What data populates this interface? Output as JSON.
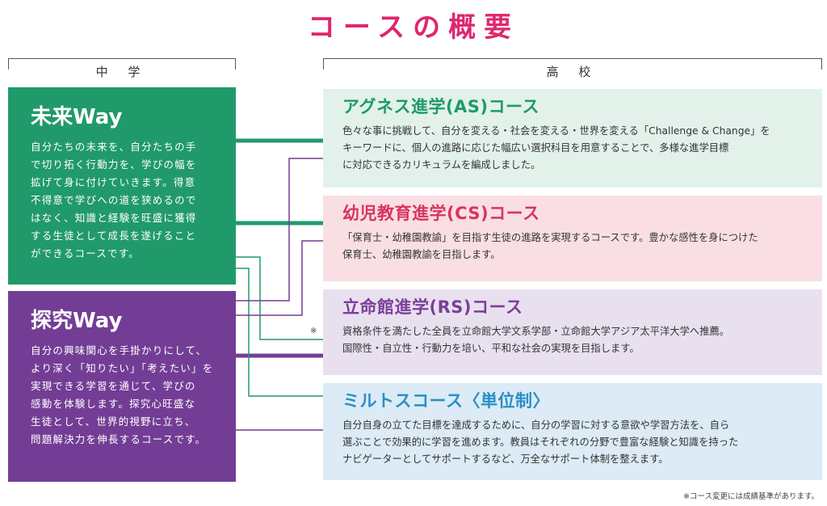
{
  "title": "コースの概要",
  "junior_label": "中 学",
  "senior_label": "高 校",
  "junior": [
    {
      "title": "未来Way",
      "lines": [
        "自分たちの未来を、自分たちの手",
        "で切り拓く行動力を、学びの幅を",
        "拡げて身に付けていきます。得意",
        "不得意で学びへの道を狭めるので",
        "はなく、知識と経験を旺盛に獲得",
        "する生徒として成長を遂げること",
        "ができるコースです。"
      ]
    },
    {
      "title": "探究Way",
      "lines": [
        "自分の興味関心を手掛かりにして、",
        "より深く「知りたい」「考えたい」を",
        "実現できる学習を通じて、学びの",
        "感動を体験します。探究心旺盛な",
        "生徒として、世界的視野に立ち、",
        "問題解決力を伸長するコースです。"
      ]
    }
  ],
  "senior": [
    {
      "title": "アグネス進学(AS)コース",
      "lines": [
        "色々な事に挑戦して、自分を変える・社会を変える・世界を変える「Challenge & Change」を",
        "キーワードに、個人の進路に応じた幅広い選択科目を用意することで、多様な進学目標",
        "に対応できるカリキュラムを編成しました。"
      ]
    },
    {
      "title": "幼児教育進学(CS)コース",
      "lines": [
        "「保育士・幼稚園教諭」を目指す生徒の進路を実現するコースです。豊かな感性を身につけた",
        "保育士、幼稚園教諭を目指します。"
      ]
    },
    {
      "title": "立命館進学(RS)コース",
      "lines": [
        "資格条件を満たした全員を立命館大学文系学部・立命館大学アジア太平洋大学へ推薦。",
        "国際性・自立性・行動力を培い、平和な社会の実現を目指します。"
      ]
    },
    {
      "title": "ミルトスコース〈単位制〉",
      "lines": [
        "自分自身の立てた目標を達成するために、自分の学習に対する意欲や学習方法を、自ら",
        "選ぶことで効果的に学習を進めます。教員はそれぞれの分野で豊富な経験と知識を持った",
        "ナビゲーターとしてサポートするなど、万全なサポート体制を整えます。"
      ]
    }
  ],
  "note_mark": "※",
  "footnote": "※コース変更には成績基準があります。",
  "colors": {
    "title": "#e0266f",
    "mirai": "#219a6b",
    "tankyu": "#733d95",
    "as": "#1f9a66",
    "cs": "#d9345e",
    "rs": "#7a3f99",
    "mt": "#2b8fc7"
  }
}
